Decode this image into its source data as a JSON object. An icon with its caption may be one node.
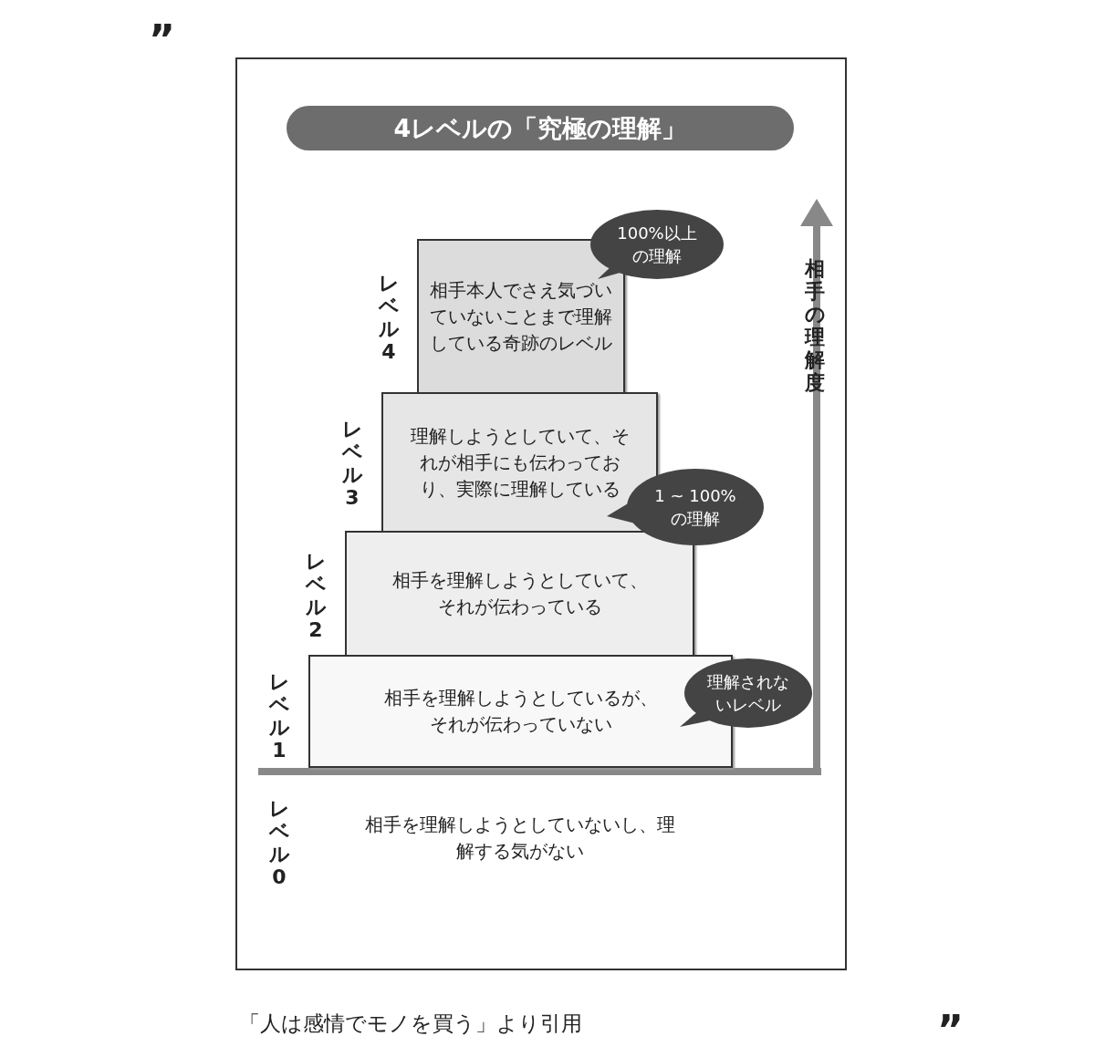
{
  "diagram": {
    "title": "4レベルの「究極の理解」",
    "nodes": [
      {
        "text": [
          "相手本人でさえ気づいていないことまで理解している奇跡のレベル"
        ],
        "beside": [
          "レベル4"
        ]
      },
      {
        "text": [
          "理解しようとしていて、それが相手にも伝わっており、実際に理解している"
        ],
        "beside": [
          "レベル3"
        ]
      },
      {
        "text": [
          "相手を理解しようとしていて、それが伝わっている"
        ],
        "beside": [
          "レベル2"
        ]
      },
      {
        "text": [
          "相手を理解しようとしているが、それが伝わっていない"
        ],
        "beside": [
          "レベル1"
        ]
      },
      {
        "text": [
          "100%以上の理解"
        ]
      },
      {
        "text": [
          "1 ~ 100%の理解"
        ]
      },
      {
        "text": [
          "理解されないレベル"
        ]
      }
    ],
    "labels": [
      "”",
      "相手の理解度",
      "レベル0",
      "相手を理解しようとしていないし、理解する気がない",
      "「人は感情でモノを買う」より引用",
      "”"
    ]
  }
}
